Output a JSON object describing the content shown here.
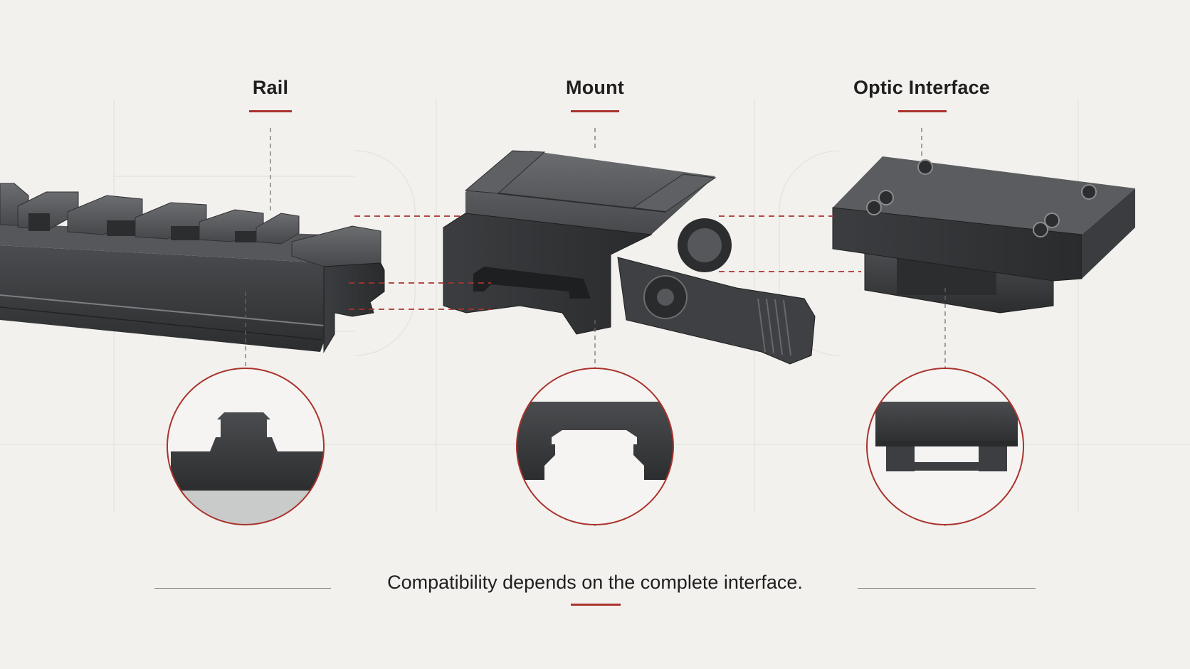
{
  "headings": {
    "rail": "Rail",
    "mount": "Mount",
    "optic_interface": "Optic Interface"
  },
  "caption": "Compatibility depends on the complete interface.",
  "colors": {
    "background": "#f3f1ee",
    "accent_red": "#a9332c",
    "metal_dark": "#3a3a3c",
    "metal_mid": "#55575a",
    "metal_light": "#7a7c80"
  }
}
